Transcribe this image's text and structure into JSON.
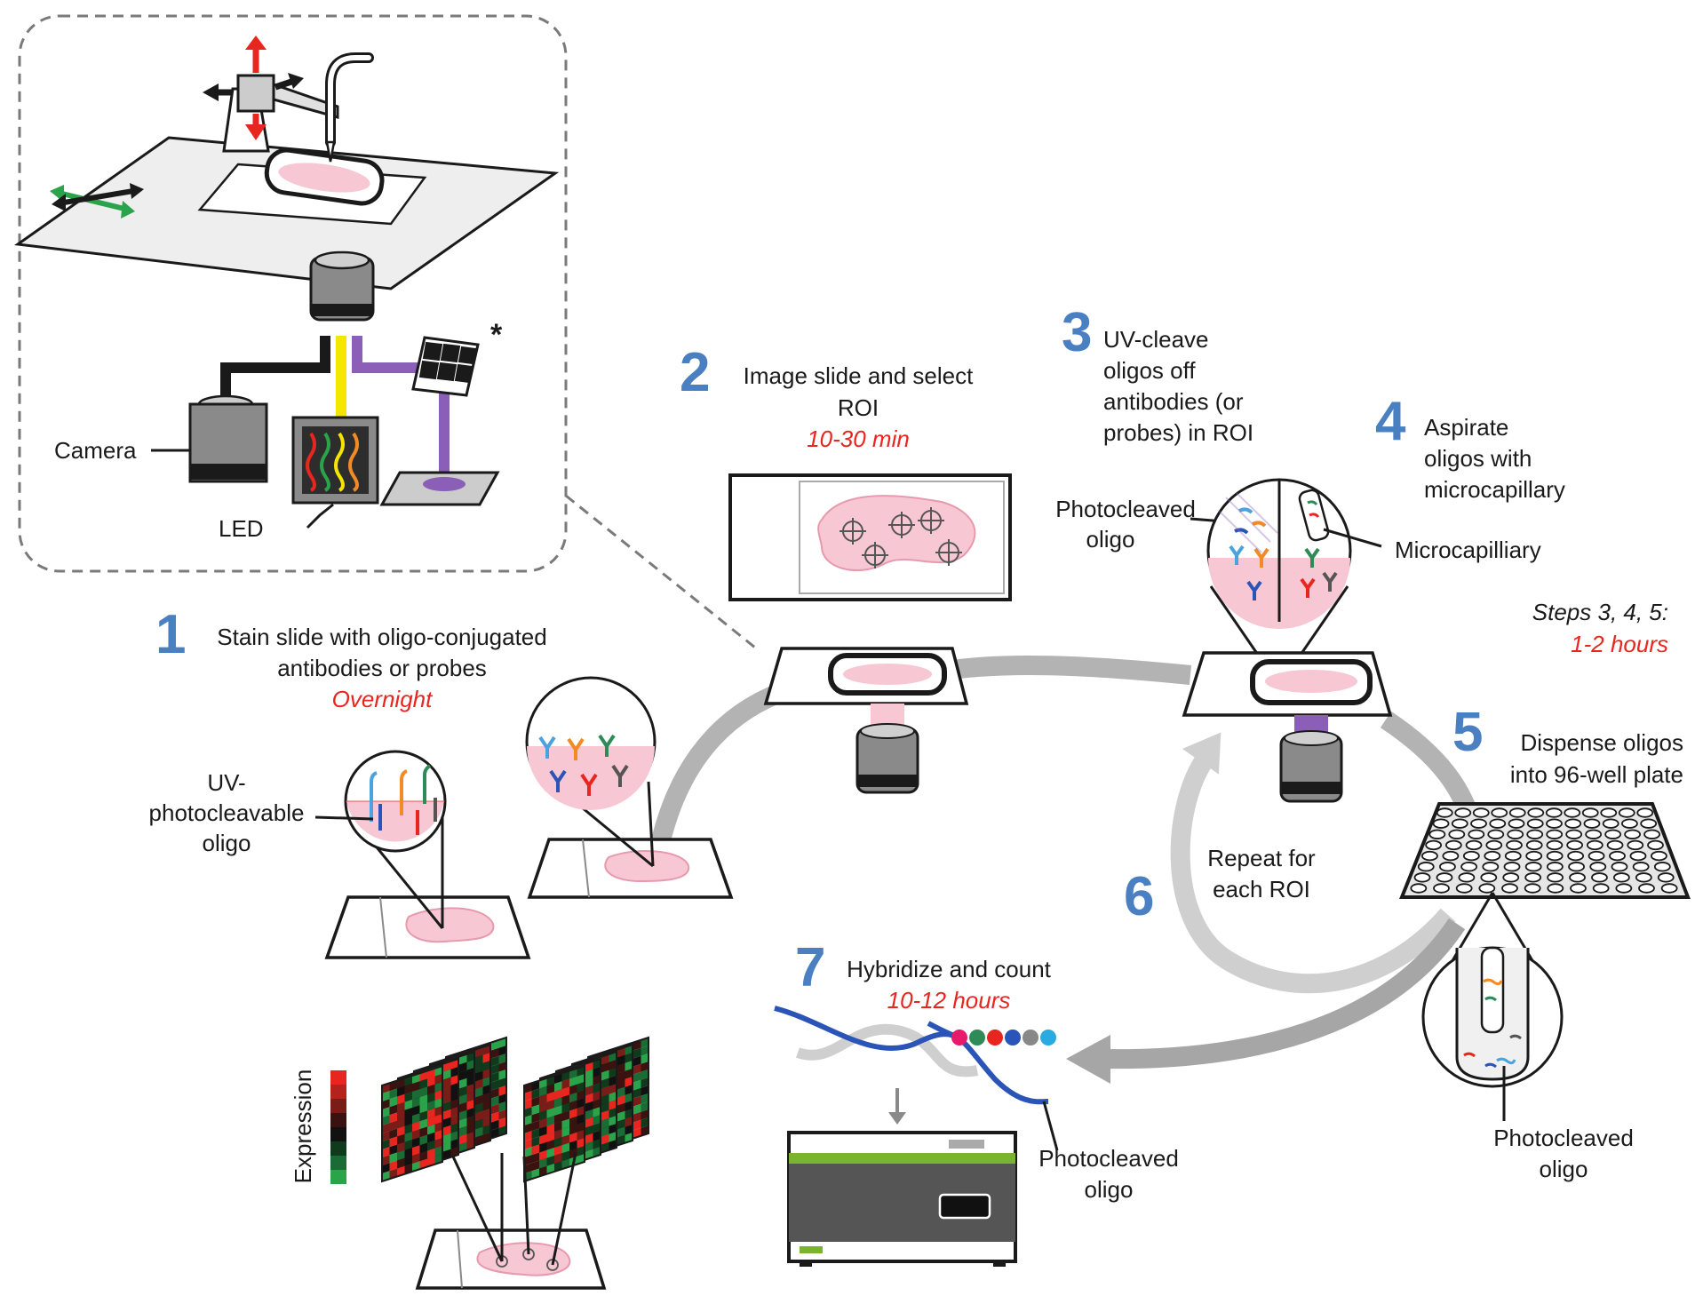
{
  "steps": [
    {
      "number": "1",
      "lines": [
        "Stain slide with oligo-conjugated",
        "antibodies or probes"
      ],
      "time": "Overnight"
    },
    {
      "number": "2",
      "lines": [
        "Image slide and select",
        "ROI"
      ],
      "time": "10-30 min"
    },
    {
      "number": "3",
      "lines": [
        "UV-cleave",
        "oligos off",
        "antibodies (or",
        "probes) in ROI"
      ]
    },
    {
      "number": "4",
      "lines": [
        "Aspirate",
        "oligos with",
        "microcapillary"
      ]
    },
    {
      "number": "5",
      "lines": [
        "Dispense oligos",
        "into 96-well plate"
      ]
    },
    {
      "number": "6",
      "lines": [
        "Repeat for",
        "each ROI"
      ]
    },
    {
      "number": "7",
      "lines": [
        "Hybridize and count"
      ],
      "time": "10-12 hours"
    }
  ],
  "timing_note": {
    "label": "Steps 3, 4, 5:",
    "time": "1-2 hours"
  },
  "labels": {
    "camera": "Camera",
    "led": "LED",
    "asterisk": "*",
    "uv_oligo": [
      "UV-",
      "photocleavable",
      "oligo"
    ],
    "photocleaved_oligo_3": [
      "Photocleaved",
      "oligo"
    ],
    "microcapillary": "Microcapilliary",
    "photocleaved_oligo_5": [
      "Photocleaved",
      "oligo"
    ],
    "photocleaved_oligo_7": [
      "Photocleaved",
      "oligo"
    ],
    "expression": "Expression"
  },
  "colors": {
    "step_number": "#4a7fc1",
    "time": "#e8261f",
    "tissue": "#f7c7d3",
    "cycle_arrow": "#b3b3b3",
    "uv_light": "#8b5fb8",
    "led_light": "#f5e600",
    "instrument_stripe": "#7ab32e",
    "heatmap_high": "#e8261f",
    "heatmap_low": "#2aa34a"
  },
  "antibody_colors": [
    "#4aa3df",
    "#f28a26",
    "#2e8b57",
    "#2b54b8",
    "#e8261f",
    "#555555",
    "#9b59b6"
  ],
  "reporter_bead_colors": [
    "#e6196b",
    "#2e8b57",
    "#e8261f",
    "#2b54b8",
    "#888888",
    "#29abe2"
  ]
}
